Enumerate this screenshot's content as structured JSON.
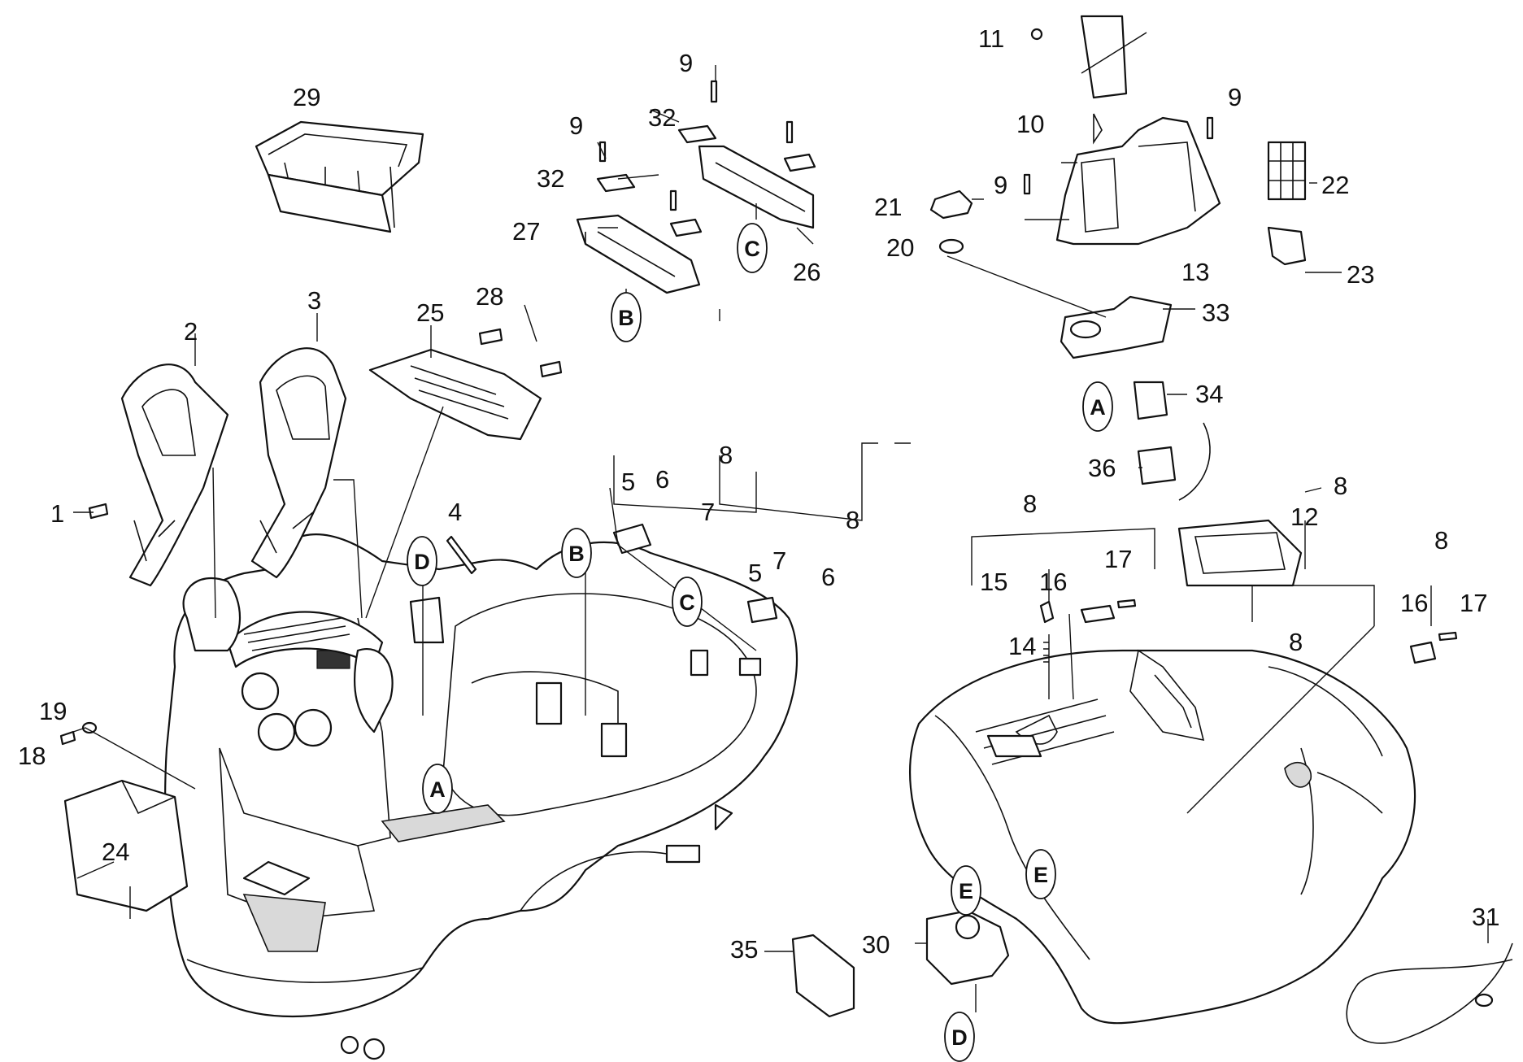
{
  "diagram": {
    "callouts": [
      "1",
      "2",
      "3",
      "4",
      "5",
      "5",
      "6",
      "6",
      "7",
      "7",
      "8",
      "8",
      "8",
      "8",
      "8",
      "8",
      "9",
      "9",
      "9",
      "9",
      "10",
      "11",
      "12",
      "13",
      "14",
      "15",
      "16",
      "16",
      "17",
      "17",
      "18",
      "19",
      "20",
      "21",
      "22",
      "23",
      "24",
      "25",
      "26",
      "27",
      "28",
      "29",
      "30",
      "31",
      "32",
      "32",
      "33",
      "34",
      "35",
      "36"
    ],
    "reference_markers": [
      "A",
      "A",
      "B",
      "B",
      "C",
      "C",
      "D",
      "D",
      "E",
      "E"
    ]
  }
}
